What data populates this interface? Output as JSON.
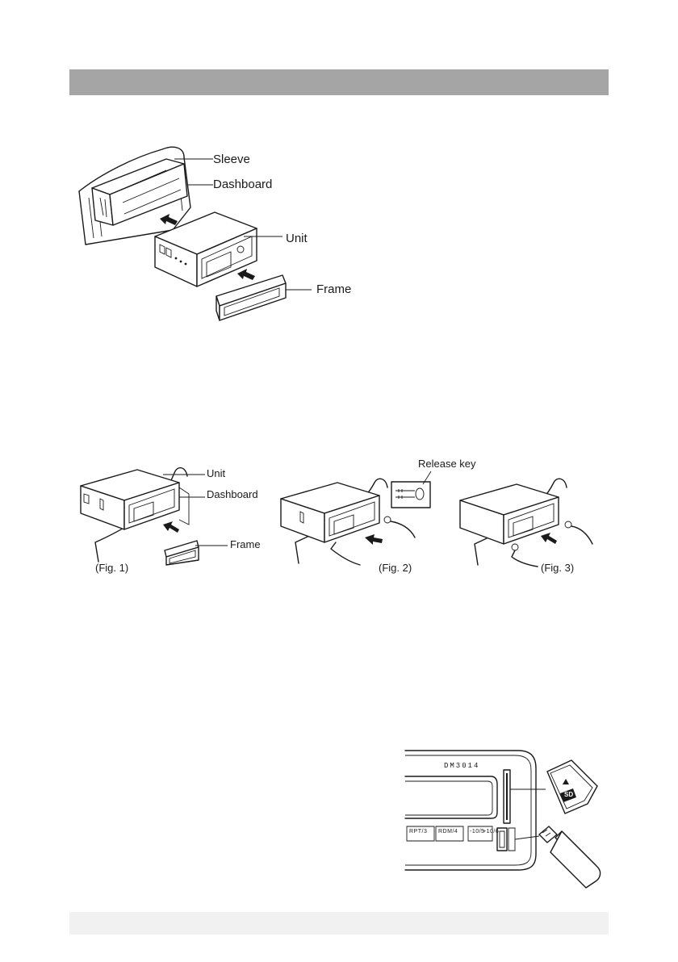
{
  "installation": {
    "labels": {
      "sleeve": "Sleeve",
      "dashboard": "Dashboard",
      "unit": "Unit",
      "frame": "Frame"
    }
  },
  "removal": {
    "labels": {
      "unit": "Unit",
      "dashboard": "Dashboard",
      "frame": "Frame",
      "release_key": "Release key",
      "fig1": "(Fig. 1)",
      "fig2": "(Fig. 2)",
      "fig3": "(Fig. 3)"
    }
  },
  "card_usb": {
    "model_text": "DM3014",
    "buttons": [
      "RPT/3",
      "RDM/4",
      "-10/5",
      "+10/6"
    ],
    "sd_logo": "SD"
  },
  "colors": {
    "header_bar": "#a5a5a5",
    "footer_bar": "#f1f1f1",
    "line": "#1a1a1a"
  }
}
